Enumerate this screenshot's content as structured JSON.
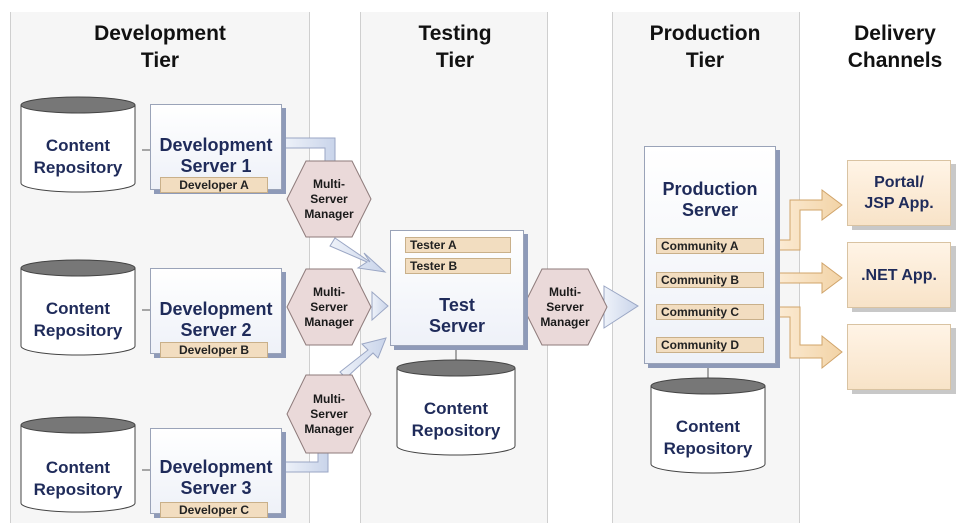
{
  "tiers": {
    "development": [
      "Development",
      "Tier"
    ],
    "testing": [
      "Testing",
      "Tier"
    ],
    "production": [
      "Production",
      "Tier"
    ],
    "delivery": [
      "Delivery",
      "Channels"
    ]
  },
  "repository": [
    "Content",
    "Repository"
  ],
  "dev_servers": [
    {
      "name": [
        "Development",
        "Server 1"
      ],
      "developer": "Developer A"
    },
    {
      "name": [
        "Development",
        "Server 2"
      ],
      "developer": "Developer B"
    },
    {
      "name": [
        "Development",
        "Server 3"
      ],
      "developer": "Developer C"
    }
  ],
  "multi_server_manager": [
    "Multi-",
    "Server",
    "Manager"
  ],
  "test_server": {
    "name": [
      "Test",
      "Server"
    ],
    "testers": [
      "Tester A",
      "Tester B"
    ]
  },
  "production_server": {
    "name": [
      "Production",
      "Server"
    ],
    "communities": [
      "Community A",
      "Community B",
      "Community C",
      "Community D"
    ]
  },
  "channels": [
    {
      "label": [
        "Portal/",
        "JSP App."
      ]
    },
    {
      "label": [
        ".NET App."
      ]
    },
    {
      "label": []
    }
  ],
  "colors": {
    "server_text": "#1f2b5a",
    "tag_fill": "#f2ddc0",
    "hex_fill": "#e8d6d6",
    "arrow_fill": "#dfe6f3",
    "channel_arrow": "#f7deb8"
  }
}
